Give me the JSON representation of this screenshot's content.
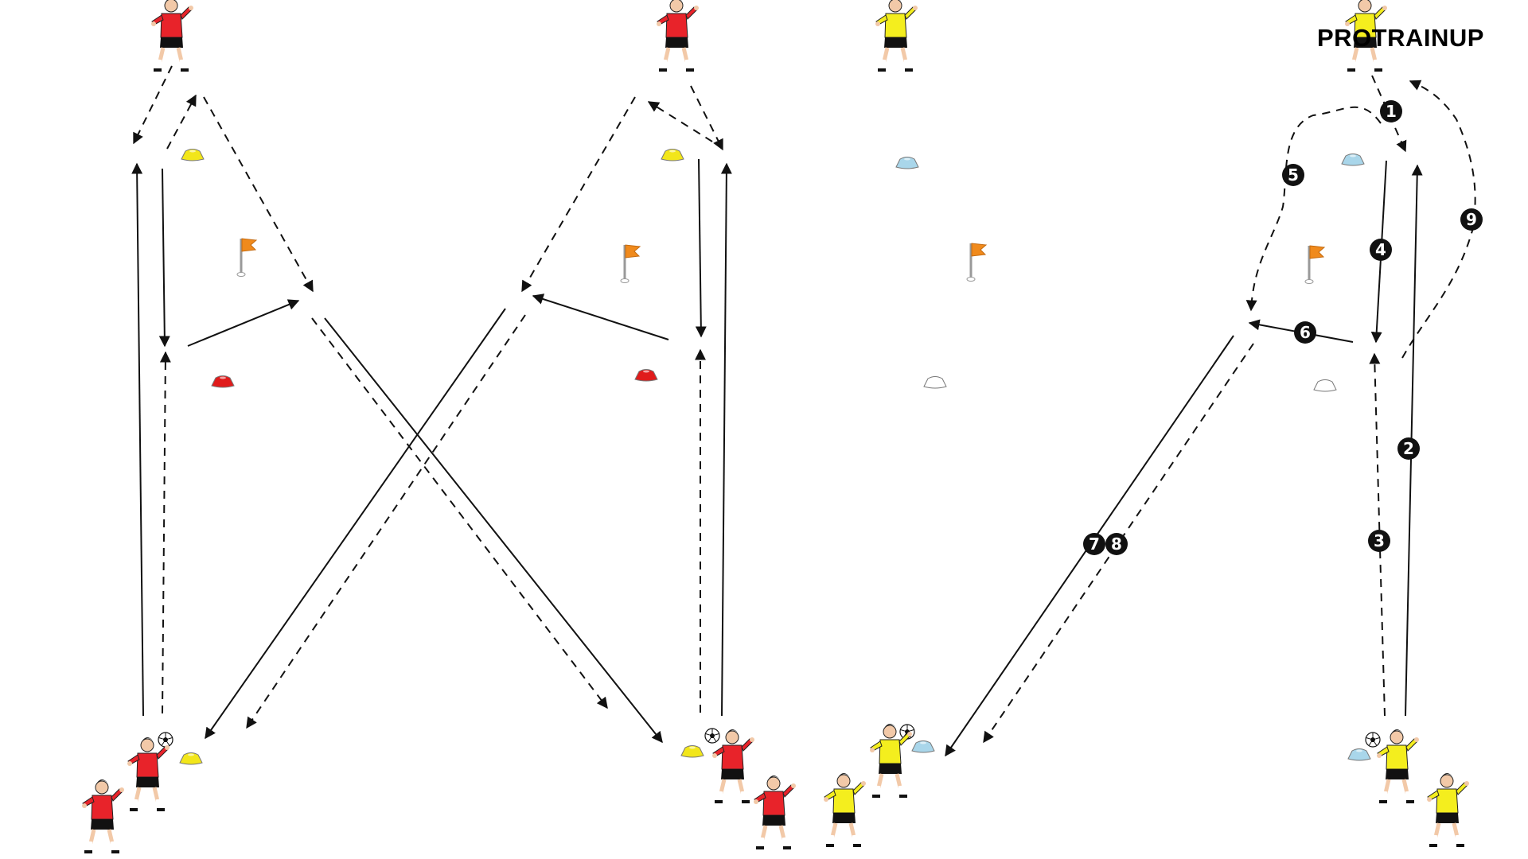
{
  "brand": {
    "logo_text": "PROTRAINUP"
  },
  "colors": {
    "team_red": "#e8232a",
    "team_yellow": "#f4ee1e",
    "cone_yellow": "#f2e61a",
    "cone_red": "#e01b1b",
    "cone_blue": "#a9d6ea",
    "cone_white": "#ffffff",
    "flag_orange": "#f08a1c",
    "line": "#111111"
  },
  "step_labels": [
    "1",
    "2",
    "3",
    "4",
    "5",
    "6",
    "7",
    "8",
    "9"
  ]
}
